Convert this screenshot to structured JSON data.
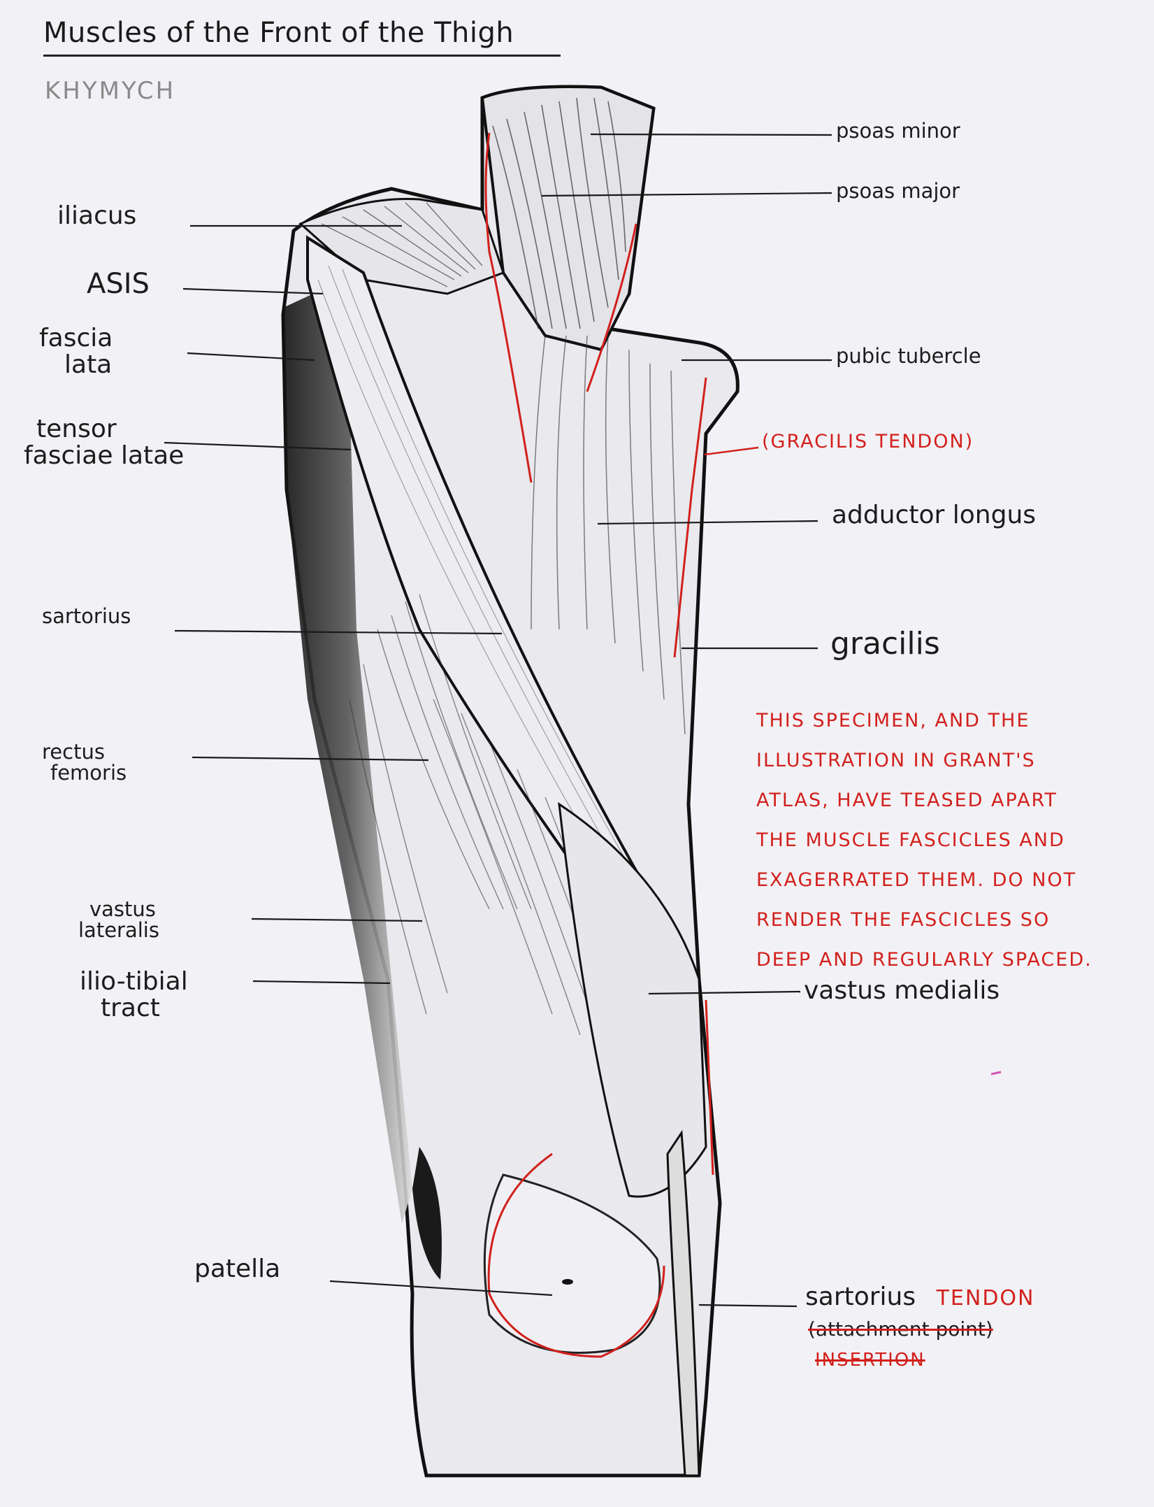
{
  "title": "Muscles of the Front of the Thigh",
  "author": "KHYMYCH",
  "labels": {
    "psoas_minor": "psoas minor",
    "psoas_major": "psoas major",
    "iliacus": "iliacus",
    "asis": "ASIS",
    "fascia_lata": [
      "fascia",
      "lata"
    ],
    "tensor_fasciae_latae": [
      "tensor",
      "fasciae latae"
    ],
    "pubic_tubercle": "pubic tubercle",
    "gracilis_tendon": "(GRACILIS TENDON)",
    "adductor_longus": "adductor longus",
    "sartorius": "sartorius",
    "gracilis": "gracilis",
    "rectus_femoris": [
      "rectus",
      "femoris"
    ],
    "vastus_lateralis": [
      "vastus",
      "lateralis"
    ],
    "ilio_tibial_tract": [
      "ilio-tibial",
      "tract"
    ],
    "vastus_medialis": "vastus medialis",
    "patella": "patella",
    "sartorius_tendon": "sartorius",
    "sartorius_tendon_red": "TENDON",
    "attachment_point": "(attachment point)",
    "insertion": "INSERTION"
  },
  "note": [
    "THIS SPECIMEN, AND THE",
    "ILLUSTRATION IN GRANT'S",
    "ATLAS, HAVE TEASED APART",
    "THE MUSCLE FASCICLES AND",
    "EXAGERRATED THEM. DO NOT",
    "RENDER THE FASCICLES SO",
    "DEEP AND REGULARLY SPACED."
  ],
  "colors": {
    "ink": "#1a1a1a",
    "annotation": "#d2201c",
    "paper": "#f2f2f6"
  }
}
